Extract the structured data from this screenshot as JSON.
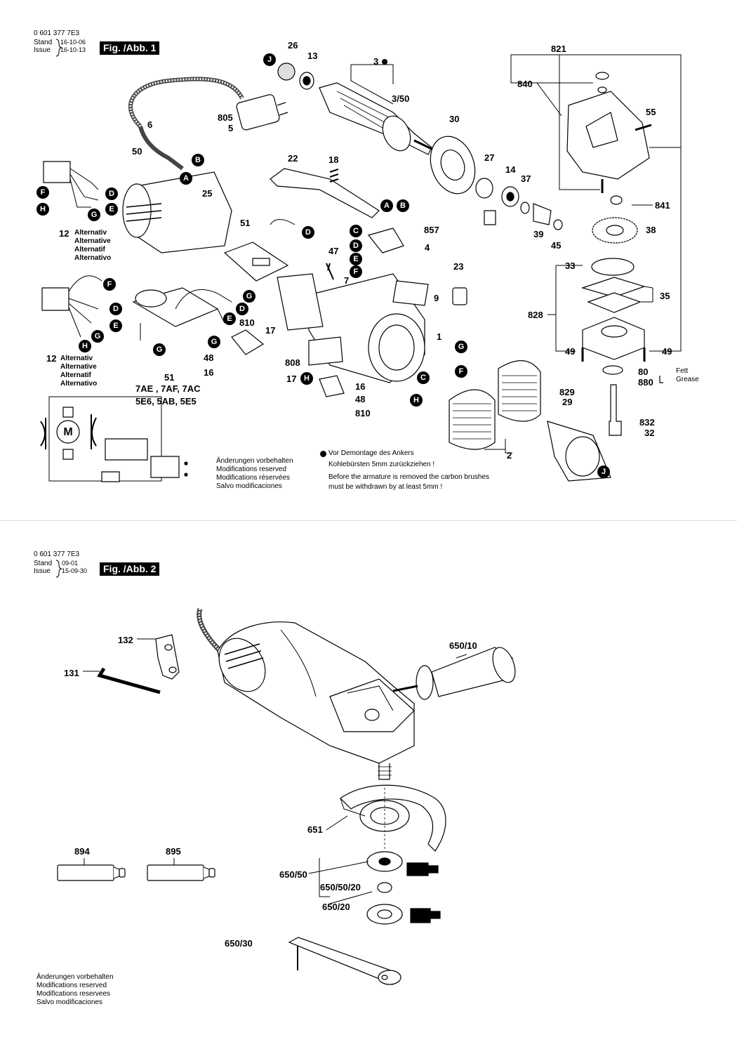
{
  "sheet1": {
    "part_no": "0 601 377 7E3",
    "stand_label": "Stand",
    "issue_label": "Issue",
    "stand_date": "16-10-06",
    "issue_date": "16-10-13",
    "fig_label": "Fig. /Abb. 1",
    "parts": {
      "p26": "26",
      "p13": "13",
      "p3": "3",
      "p3_50": "3/50",
      "p805": "805",
      "p5": "5",
      "p6": "6",
      "p50": "50",
      "p22": "22",
      "p18": "18",
      "p30": "30",
      "p27": "27",
      "p14": "14",
      "p37": "37",
      "p25": "25",
      "p821": "821",
      "p840": "840",
      "p55": "55",
      "p841": "841",
      "p38": "38",
      "p39": "39",
      "p45": "45",
      "p12a": "12",
      "p51a": "51",
      "p857": "857",
      "p4": "4",
      "p47": "47",
      "p7": "7",
      "p23": "23",
      "p9": "9",
      "p1": "1",
      "p33": "33",
      "p35": "35",
      "p828": "828",
      "p49a": "49",
      "p49b": "49",
      "p80": "80",
      "p880": "880",
      "p810a": "810",
      "p17a": "17",
      "p48a": "48",
      "p16a": "16",
      "p808": "808",
      "p17b": "17",
      "p16b": "16",
      "p48b": "48",
      "p810b": "810",
      "p12b": "12",
      "p51b": "51",
      "p2": "2",
      "p829": "829",
      "p29": "29",
      "p832": "832",
      "p32": "32"
    },
    "alt_labels_a": [
      "Alternativ",
      "Alternative",
      "Alternatif",
      "Alternativo"
    ],
    "alt_labels_b": [
      "Alternativ",
      "Alternative",
      "Alternatif",
      "Alternativo"
    ],
    "variants": [
      "7AE , 7AF, 7AC",
      "5E6, 5AB, 5E5"
    ],
    "fett": "Fett",
    "grease": "Grease",
    "motor_symbol": "M",
    "connectors": {
      "J1": "J",
      "B1": "B",
      "A1": "A",
      "F1": "F",
      "D1": "D",
      "H1": "H",
      "G1": "G",
      "E1": "E",
      "D2": "D",
      "A2": "A",
      "B2": "B",
      "C1": "C",
      "D3": "D",
      "E2": "E",
      "F2": "F",
      "F3": "F",
      "D4": "D",
      "E3": "E",
      "G2": "G",
      "H2": "H",
      "G3": "G",
      "G4": "G",
      "D5": "D",
      "E4": "E",
      "G5": "G",
      "H3": "H",
      "G6": "G",
      "F4": "F",
      "C2": "C",
      "H4": "H",
      "J2": "J"
    },
    "modifications": [
      "Änderungen vorbehalten",
      "Modifications reserved",
      "Modifications réservées",
      "Salvo modificaciones"
    ],
    "armature_note": [
      "Vor Demontage des Ankers",
      "Kohlebürsten 5mm zurückziehen !",
      "Before the armature is removed the carbon brushes",
      "must be withdrawn by at least 5mm !"
    ]
  },
  "sheet2": {
    "part_no": "0 601 377 7E3",
    "stand_label": "Stand",
    "issue_label": "Issue",
    "stand_date": "09-01",
    "issue_date": "15-09-30",
    "fig_label": "Fig. /Abb. 2",
    "parts": {
      "p132": "132",
      "p131": "131",
      "p650_10": "650/10",
      "p651": "651",
      "p894": "894",
      "p895": "895",
      "p650_50": "650/50",
      "p650_50_20": "650/50/20",
      "p650_20": "650/20",
      "p650_30": "650/30"
    },
    "modifications": [
      "Änderungen vorbehalten",
      "Modifications reserved",
      "Modifications reservees",
      "Salvo modificaciones"
    ]
  }
}
